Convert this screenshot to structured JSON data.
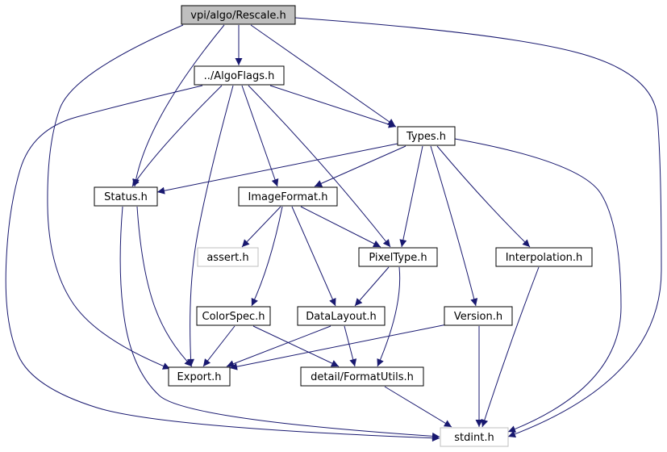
{
  "diagram": {
    "colors": {
      "edge": "#191970",
      "node_border": "#000000",
      "node_border_external": "#bfbfbf",
      "node_fill": "#ffffff",
      "node_fill_selected": "#bfbfbf",
      "text": "#000000"
    },
    "nodes": {
      "rescale": "vpi/algo/Rescale.h",
      "algoflags": "../AlgoFlags.h",
      "types": "Types.h",
      "status": "Status.h",
      "imageformat": "ImageFormat.h",
      "assert": "assert.h",
      "pixeltype": "PixelType.h",
      "interpolation": "Interpolation.h",
      "colorspec": "ColorSpec.h",
      "datalayout": "DataLayout.h",
      "version": "Version.h",
      "export": "Export.h",
      "formatutils": "detail/FormatUtils.h",
      "stdint": "stdint.h"
    },
    "edges": [
      [
        "rescale",
        "algoflags"
      ],
      [
        "rescale",
        "types"
      ],
      [
        "rescale",
        "status"
      ],
      [
        "rescale",
        "export"
      ],
      [
        "rescale",
        "stdint"
      ],
      [
        "algoflags",
        "types"
      ],
      [
        "algoflags",
        "status"
      ],
      [
        "algoflags",
        "imageformat"
      ],
      [
        "algoflags",
        "pixeltype"
      ],
      [
        "algoflags",
        "export"
      ],
      [
        "algoflags",
        "stdint"
      ],
      [
        "types",
        "status"
      ],
      [
        "types",
        "imageformat"
      ],
      [
        "types",
        "pixeltype"
      ],
      [
        "types",
        "interpolation"
      ],
      [
        "types",
        "version"
      ],
      [
        "types",
        "stdint"
      ],
      [
        "status",
        "export"
      ],
      [
        "status",
        "stdint"
      ],
      [
        "imageformat",
        "assert"
      ],
      [
        "imageformat",
        "pixeltype"
      ],
      [
        "imageformat",
        "colorspec"
      ],
      [
        "imageformat",
        "datalayout"
      ],
      [
        "pixeltype",
        "datalayout"
      ],
      [
        "pixeltype",
        "formatutils"
      ],
      [
        "interpolation",
        "stdint"
      ],
      [
        "colorspec",
        "export"
      ],
      [
        "colorspec",
        "formatutils"
      ],
      [
        "datalayout",
        "export"
      ],
      [
        "datalayout",
        "formatutils"
      ],
      [
        "version",
        "export"
      ],
      [
        "version",
        "stdint"
      ],
      [
        "formatutils",
        "stdint"
      ]
    ]
  }
}
